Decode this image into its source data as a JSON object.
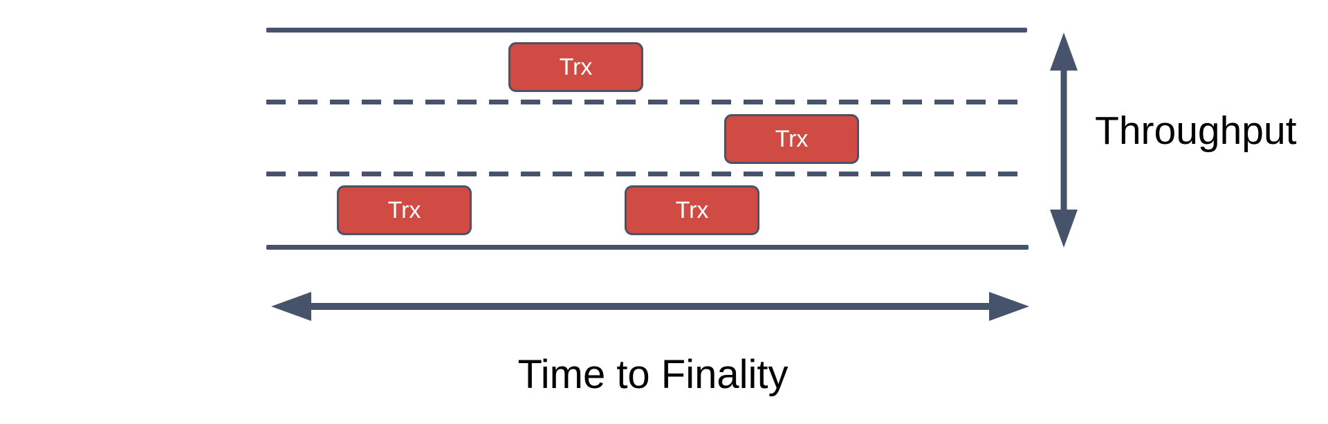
{
  "colors": {
    "line": "#47536A",
    "box_fill": "#CF4B43",
    "box_border": "#47536A",
    "box_text": "#FFFFFF",
    "label_text": "#000000",
    "background": "#FFFFFF"
  },
  "diagram": {
    "road": {
      "lane_count": 3,
      "edge_style": "solid",
      "divider_style": "dashed"
    },
    "transactions": [
      {
        "label": "Trx",
        "lane": 1
      },
      {
        "label": "Trx",
        "lane": 2
      },
      {
        "label": "Trx",
        "lane": 3
      },
      {
        "label": "Trx",
        "lane": 3
      }
    ],
    "labels": {
      "vertical_axis": "Throughput",
      "horizontal_axis": "Time to Finality"
    }
  }
}
